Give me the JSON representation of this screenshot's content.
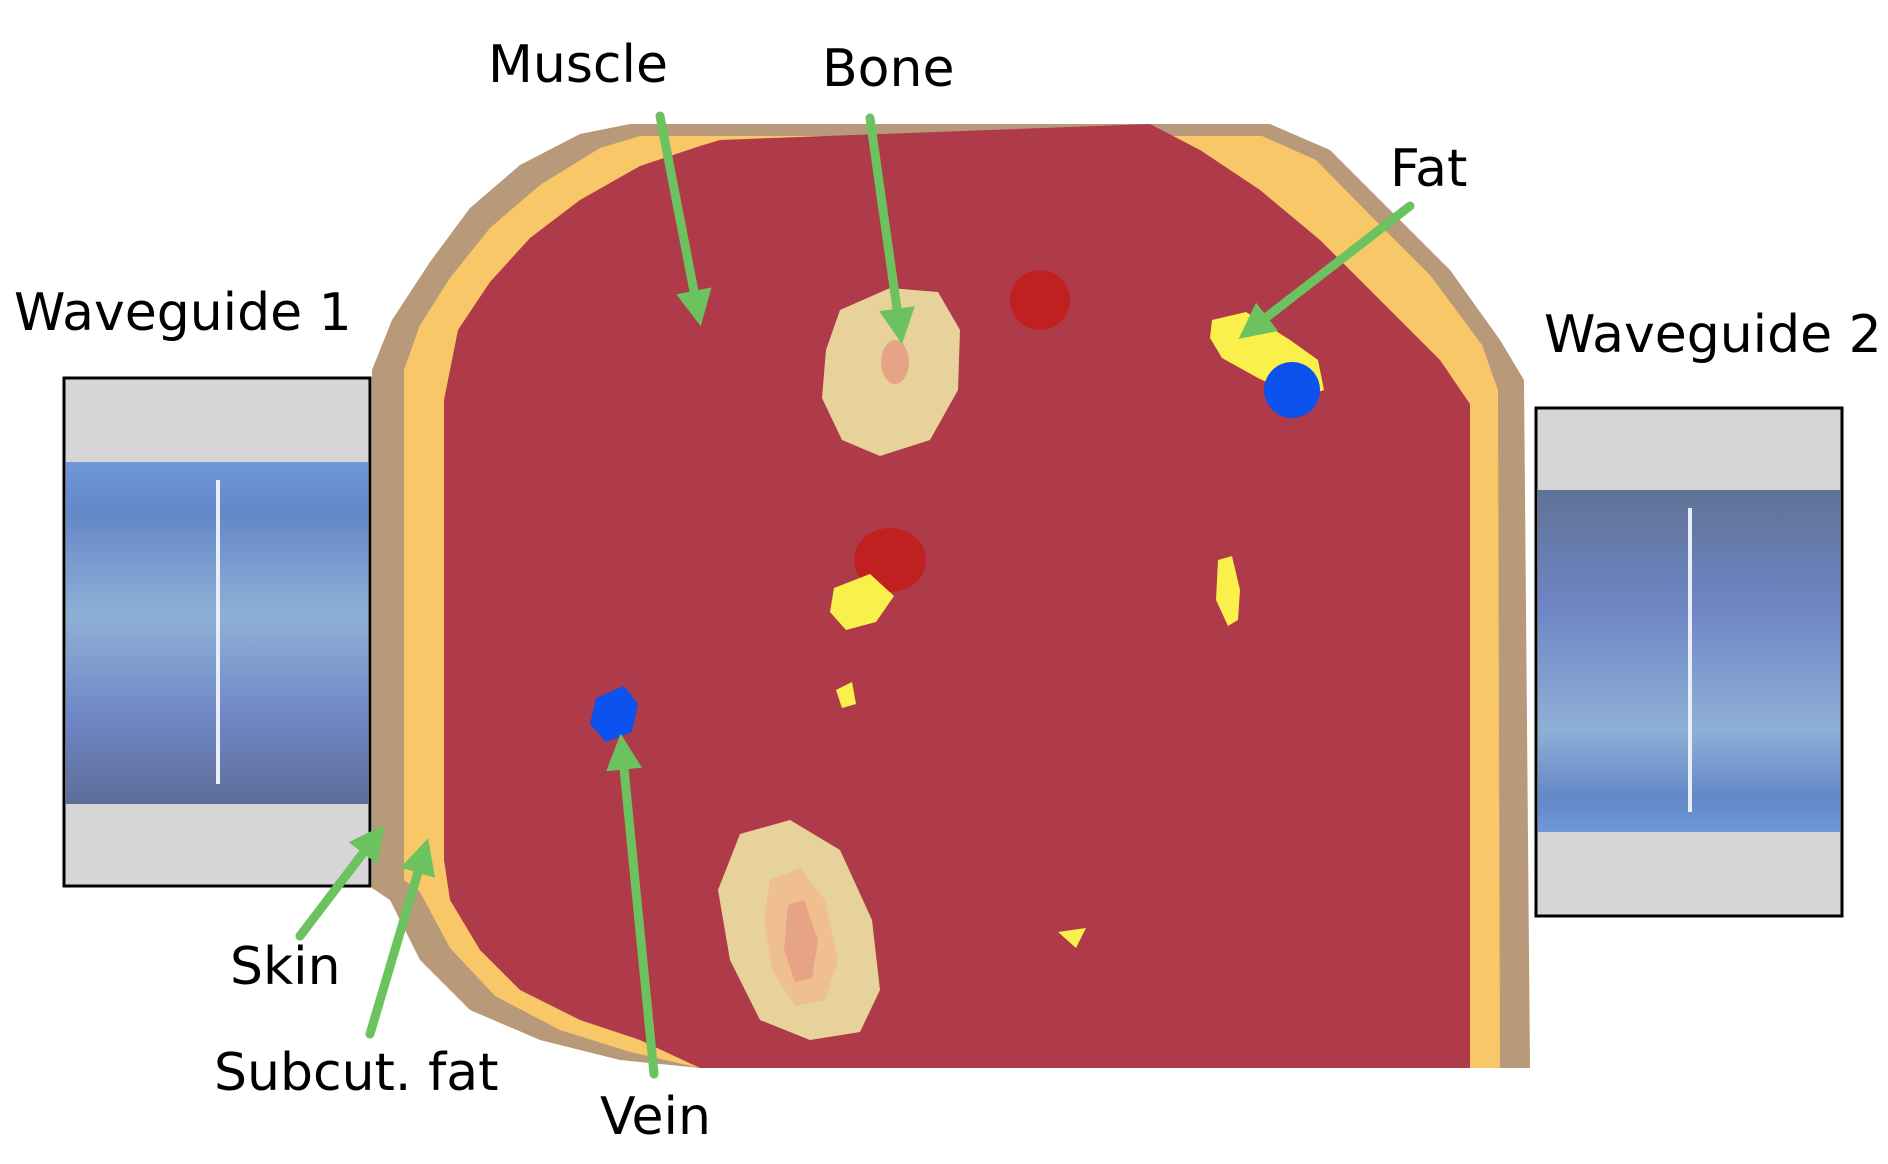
{
  "labels": {
    "muscle": "Muscle",
    "bone": "Bone",
    "fat": "Fat",
    "waveguide_1": "Waveguide 1",
    "waveguide_2": "Waveguide 2",
    "skin": "Skin",
    "subcut_fat": "Subcut. fat",
    "vein": "Vein"
  },
  "colors": {
    "muscle": "#ae3a4a",
    "skin": "#b8997a",
    "subcut_fat": "#f7c768",
    "bone": "#e8d29c",
    "bone_marrow": "#e7a385",
    "fat": "#f9f04c",
    "vein": "#0b52ee",
    "artery": "#c0201f",
    "arrow": "#6cc25f",
    "waveguide_frame": "#d6d6d6",
    "waveguide_blue": "#6b8fcf"
  }
}
